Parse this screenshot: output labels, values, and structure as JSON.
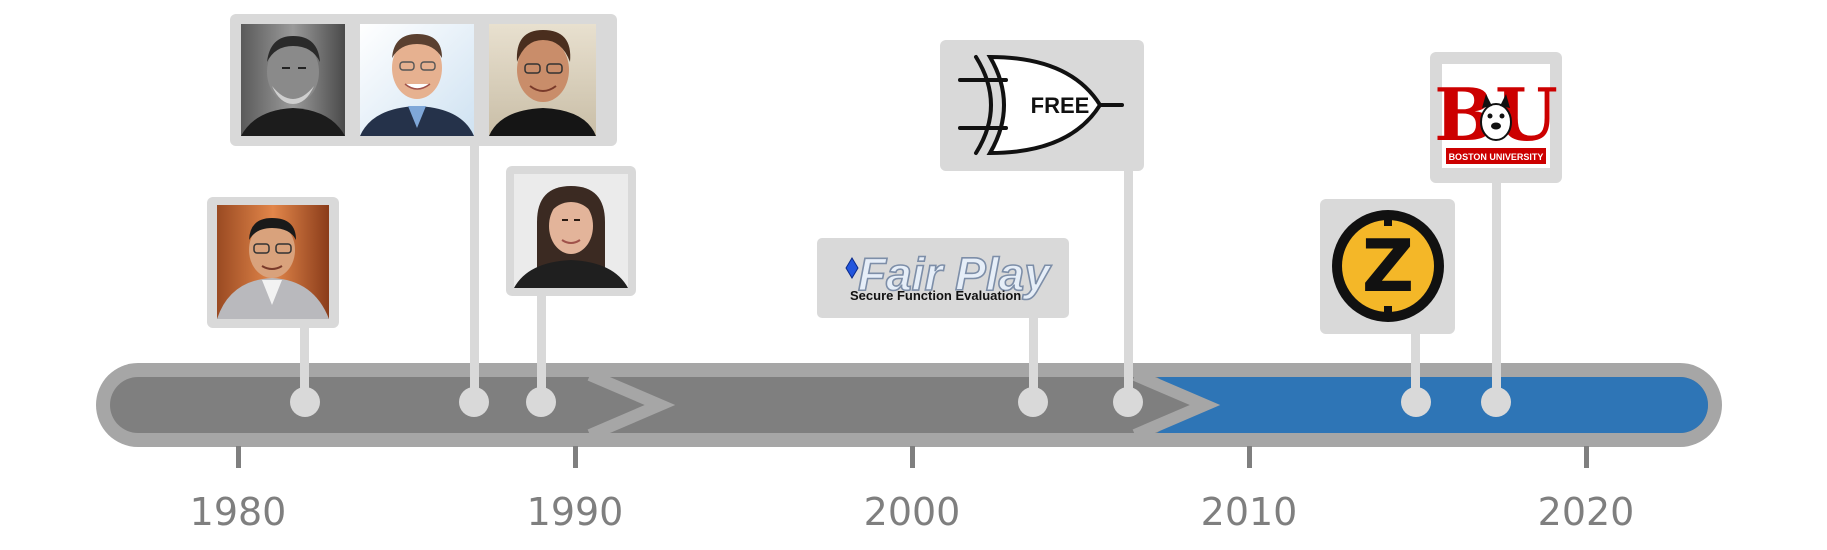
{
  "timeline": {
    "axis": {
      "start_year": 1976,
      "end_year": 2023,
      "tick_years": [
        1980,
        1990,
        2000,
        2010,
        2020
      ]
    },
    "year_labels": [
      "1980",
      "1990",
      "2000",
      "2010",
      "2020"
    ],
    "colors": {
      "bar_gray": "#7f7f7f",
      "bar_blue": "#2e75b6",
      "outline": "#a6a6a6",
      "card": "#d9d9d9",
      "stem": "#d9d9d9",
      "label": "#7f7f7f"
    },
    "phases": [
      {
        "color": "#7f7f7f",
        "from": 1976,
        "to": 1992
      },
      {
        "color": "#7f7f7f",
        "from": 1992,
        "to": 2008
      },
      {
        "color": "#2e75b6",
        "from": 2008,
        "to": 2023
      }
    ],
    "events": [
      {
        "id": "yao-portrait",
        "year": 1982,
        "icon": "portrait-icon"
      },
      {
        "id": "gmw-portraits",
        "year": 1987,
        "icon": "portrait-icon"
      },
      {
        "id": "woman-portrait",
        "year": 1989,
        "icon": "portrait-icon"
      },
      {
        "id": "fairplay-logo",
        "year": 2004,
        "icon": "fairplay-logo-icon",
        "title": "Fair Play",
        "subtitle": "Secure Function Evaluation"
      },
      {
        "id": "free-xor-gate",
        "year": 2006.5,
        "icon": "xor-gate-icon",
        "gate_label": "FREE"
      },
      {
        "id": "zcash-logo",
        "year": 2015,
        "icon": "zcash-logo-icon",
        "glyph": "Z"
      },
      {
        "id": "bu-logo",
        "year": 2017.5,
        "icon": "boston-university-logo-icon",
        "letters": "BU",
        "caption": "BOSTON UNIVERSITY"
      }
    ]
  }
}
